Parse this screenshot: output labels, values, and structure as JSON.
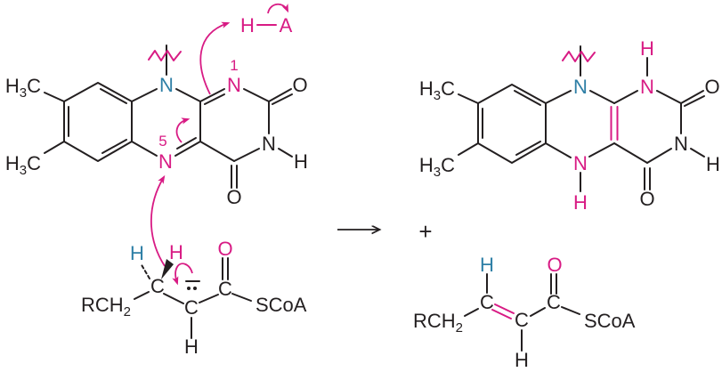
{
  "colors": {
    "magenta": "#d81b84",
    "blue": "#2e7fa6",
    "ink": "#231f20"
  },
  "left_flavin": {
    "methyl_top": {
      "h": "H",
      "sub": "3",
      "c": "C"
    },
    "methyl_bottom": {
      "h": "H",
      "sub": "3",
      "c": "C"
    },
    "n10": "N",
    "n1": "N",
    "n1_number": "1",
    "n3": "N",
    "n3_h": "H",
    "n5": "N",
    "n5_number": "5",
    "o_c2": "O",
    "o_c4": "O"
  },
  "proton_donor": {
    "h": "H",
    "a": "A"
  },
  "substrate": {
    "r_group": "RCH",
    "r_sub": "2",
    "c_beta": "C",
    "h_beta_left": "H",
    "h_beta_right": "H",
    "c_alpha": "C",
    "h_alpha": "H",
    "c_carbonyl": "C",
    "o_carbonyl": "O",
    "thioester": "SCoA"
  },
  "reaction": {
    "plus": "+"
  },
  "right_flavin": {
    "methyl_top": {
      "h": "H",
      "sub": "3",
      "c": "C"
    },
    "methyl_bottom": {
      "h": "H",
      "sub": "3",
      "c": "C"
    },
    "n10": "N",
    "n1": "N",
    "n1_h": "H",
    "n3": "N",
    "n3_h": "H",
    "n5": "N",
    "n5_h": "H",
    "o_c2": "O",
    "o_c4": "O"
  },
  "product": {
    "r_group": "RCH",
    "r_sub": "2",
    "c_beta": "C",
    "h_beta": "H",
    "c_alpha": "C",
    "h_alpha": "H",
    "c_carbonyl": "C",
    "o_carbonyl": "O",
    "thioester": "SCoA"
  }
}
